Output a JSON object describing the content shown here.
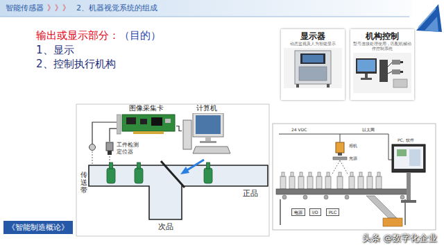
{
  "diagram": {
    "title": "2、机器视觉系统的组成",
    "nodes": [
      {
        "text": [
          "显示器",
          "动态监视及人为智能显示"
        ]
      },
      {
        "text": [
          "机构控制",
          "型号连接处理使用，匹配机械动作控制系统"
        ]
      },
      {
        "text": [
          "图像采集卡"
        ]
      },
      {
        "text": [
          "计算机"
        ]
      },
      {
        "text": [
          "工件检测定位器"
        ]
      },
      {
        "text": [
          "《智能制造概论》"
        ]
      },
      {
        "text": [
          "电源"
        ]
      },
      {
        "text": [
          "I/O"
        ]
      },
      {
        "text": [
          "PLC"
        ]
      }
    ],
    "edges": [
      {
        "from": 4,
        "to": 2,
        "arrow": "none"
      },
      {
        "from": 2,
        "to": 3,
        "arrow": "none"
      }
    ],
    "labels": [
      "智能传感器",
      "》》》",
      "输出或显示部分：",
      "（目的）",
      "1、显示",
      "2、控制执行机构",
      "传送带",
      "正品",
      "次品",
      "24 VDC",
      "以太网",
      "PC, 软件",
      "相机",
      "光源",
      "头条 @数字化企业"
    ]
  }
}
